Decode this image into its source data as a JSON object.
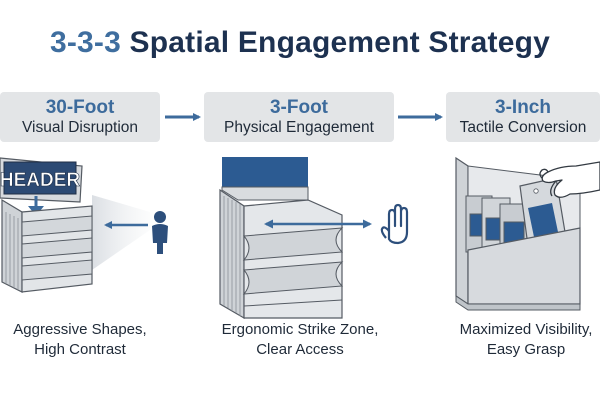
{
  "title": {
    "accent": "3-3-3",
    "rest": " Spatial Engagement Strategy"
  },
  "stages": [
    {
      "distance": "30-Foot",
      "label": "Visual Disruption",
      "caption_line1": "Aggressive Shapes,",
      "caption_line2": "High Contrast"
    },
    {
      "distance": "3-Foot",
      "label": "Physical Engagement",
      "caption_line1": "Ergonomic Strike Zone,",
      "caption_line2": "Clear Access"
    },
    {
      "distance": "3-Inch",
      "label": "Tactile Conversion",
      "caption_line1": "Maximized Visibility,",
      "caption_line2": "Easy Grasp"
    }
  ],
  "display_header_text": "HEADER",
  "icons": [
    "person-icon",
    "open-hand-icon",
    "reaching-hand-icon",
    "arrow-right-icon",
    "double-arrow-icon",
    "arrow-left-icon"
  ],
  "colors": {
    "navy": "#1d3150",
    "accent_blue": "#3d6b9c",
    "stage_bg": "#e3e5e7",
    "fixture_gray": "#d4d7da",
    "outline": "#555b63"
  }
}
